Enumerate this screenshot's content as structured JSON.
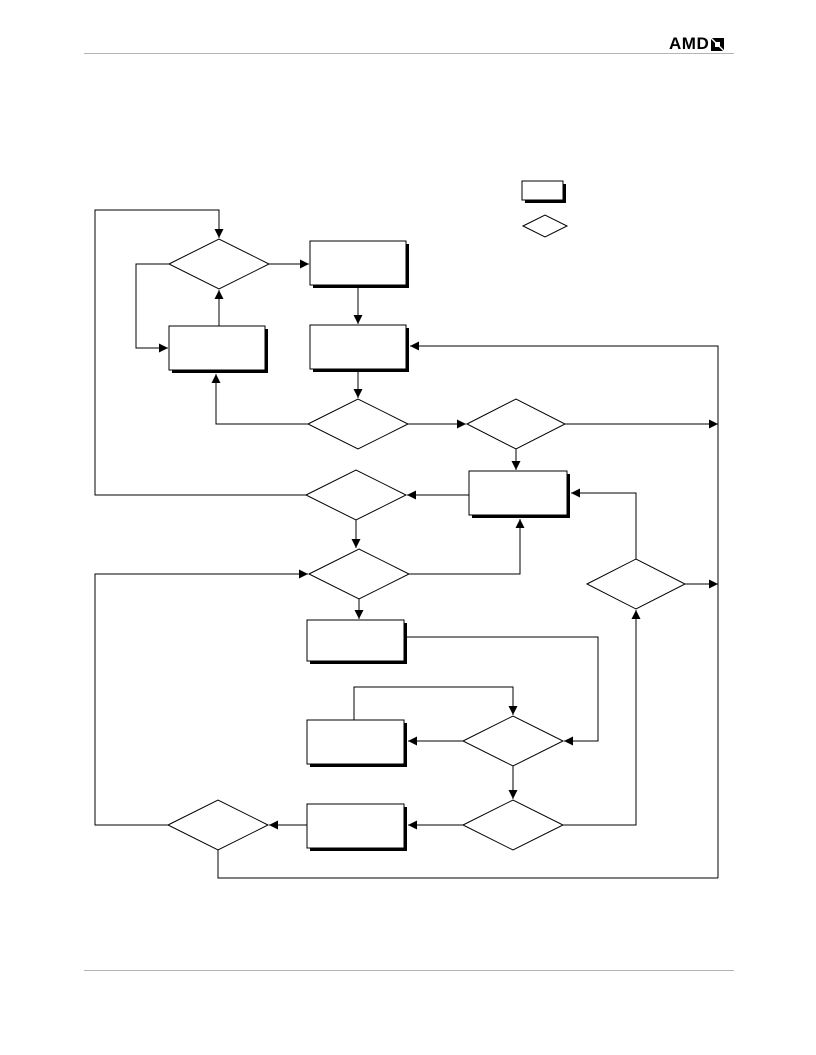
{
  "header": {
    "logo": {
      "text": "AMD",
      "icon": "amd-arrow-icon"
    }
  },
  "diagram": {
    "legend": [
      {
        "shape": "process"
      },
      {
        "shape": "decision"
      }
    ],
    "nodes": [
      {
        "id": "d1",
        "shape": "decision"
      },
      {
        "id": "p1",
        "shape": "process"
      },
      {
        "id": "p2",
        "shape": "process"
      },
      {
        "id": "p3",
        "shape": "process"
      },
      {
        "id": "d2",
        "shape": "decision"
      },
      {
        "id": "d3",
        "shape": "decision"
      },
      {
        "id": "p4",
        "shape": "process"
      },
      {
        "id": "d4",
        "shape": "decision"
      },
      {
        "id": "d5",
        "shape": "decision"
      },
      {
        "id": "d6",
        "shape": "decision"
      },
      {
        "id": "p5",
        "shape": "process"
      },
      {
        "id": "p6",
        "shape": "process"
      },
      {
        "id": "d7",
        "shape": "decision"
      },
      {
        "id": "p7",
        "shape": "process"
      },
      {
        "id": "d8",
        "shape": "decision"
      },
      {
        "id": "d9",
        "shape": "decision"
      }
    ]
  }
}
